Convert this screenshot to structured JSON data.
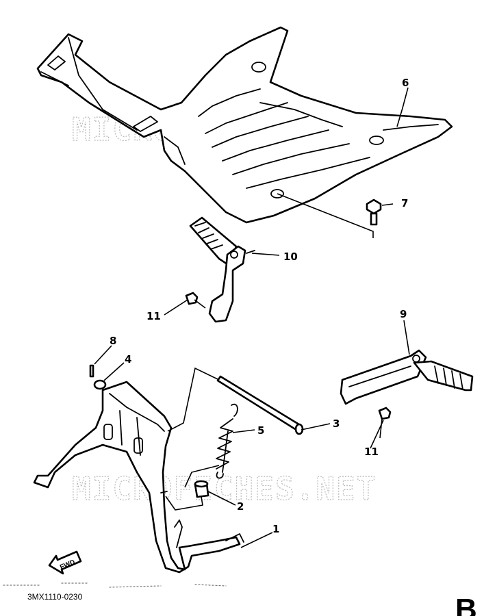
{
  "watermark": {
    "top": "MICROFICHES.NET",
    "bottom": "MICROFICHES.NET"
  },
  "callouts": {
    "c1": "1",
    "c2": "2",
    "c3": "3",
    "c4": "4",
    "c5": "5",
    "c6": "6",
    "c7": "7",
    "c8": "8",
    "c9": "9",
    "c10": "10",
    "c11a": "11",
    "c11b": "11"
  },
  "fwd_label": "FWD",
  "drawing_code": "3MX1110-0230",
  "corner_label": "B"
}
